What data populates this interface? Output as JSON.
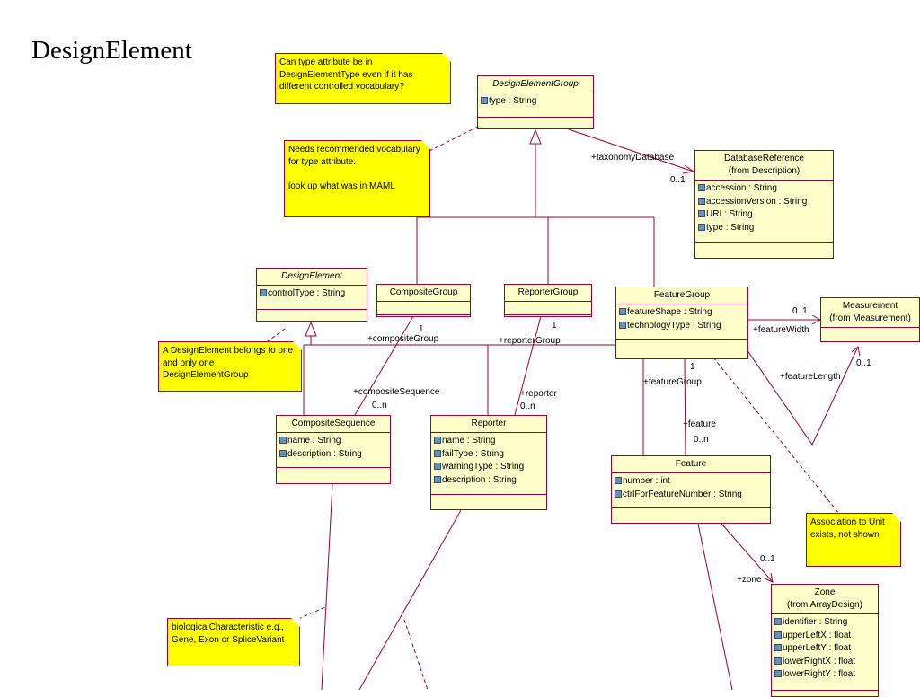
{
  "title": "DesignElement",
  "classes": {
    "design_element_group": {
      "name": "DesignElementGroup",
      "attrs": [
        "type : String"
      ]
    },
    "database_reference": {
      "name": "DatabaseReference",
      "from": "(from Description)",
      "attrs": [
        "accession : String",
        "accessionVersion : String",
        "URI : String",
        "type : String"
      ]
    },
    "design_element": {
      "name": "DesignElement",
      "attrs": [
        "controlType : String"
      ]
    },
    "composite_group": {
      "name": "CompositeGroup"
    },
    "reporter_group": {
      "name": "ReporterGroup"
    },
    "feature_group": {
      "name": "FeatureGroup",
      "attrs": [
        "featureShape : String",
        "technologyType : String"
      ]
    },
    "measurement": {
      "name": "Measurement",
      "from": "(from Measurement)"
    },
    "composite_sequence": {
      "name": "CompositeSequence",
      "attrs": [
        "name : String",
        "description : String"
      ]
    },
    "reporter": {
      "name": "Reporter",
      "attrs": [
        "name : String",
        "failType : String",
        "warningType : String",
        "description : String"
      ]
    },
    "feature": {
      "name": "Feature",
      "attrs": [
        "number : int",
        "ctrlForFeatureNumber : String"
      ]
    },
    "zone": {
      "name": "Zone",
      "from": "(from ArrayDesign)",
      "attrs": [
        "identifier : String",
        "upperLeftX : float",
        "upperLeftY : float",
        "lowerRightX : float",
        "lowerRightY : float"
      ]
    }
  },
  "notes": {
    "type_attribute": "Can type attribute be in DesignElementType even if it has different controlled vocabulary?",
    "recommended_vocab": "Needs recommended vocabulary for type attribute.\n\nlook up what was in MAML",
    "belongs_to_one": "A DesignElement belongs to one and only one DesignElementGroup",
    "unit_association": "Association to Unit exists, not shown",
    "biological_characteristic": "biologicalCharacteristic e.g., Gene, Exon or SpliceVariant"
  },
  "labels": {
    "taxonomy_database": "+taxonomyDatabase",
    "zero_one_db": "0..1",
    "zero_one_meas_top": "0..1",
    "feature_width": "+featureWidth",
    "zero_one_meas_bottom": "0..1",
    "feature_length": "+featureLength",
    "one_composite": "1",
    "composite_group_role": "+compositeGroup",
    "one_reporter": "1",
    "reporter_group_role": "+reporterGroup",
    "composite_sequence_role": "+compositeSequence",
    "zero_n_composite": "0..n",
    "reporter_role": "+reporter",
    "zero_n_reporter": "0..n",
    "one_feature_group": "1",
    "feature_group_role": "+featureGroup",
    "feature_role": "+feature",
    "zero_n_feature": "0..n",
    "zero_one_zone": "0..1",
    "zone_role": "+zone"
  },
  "colors": {
    "line": "#990033",
    "class_fill": "#ffffcc",
    "note_fill": "#ffff00"
  }
}
